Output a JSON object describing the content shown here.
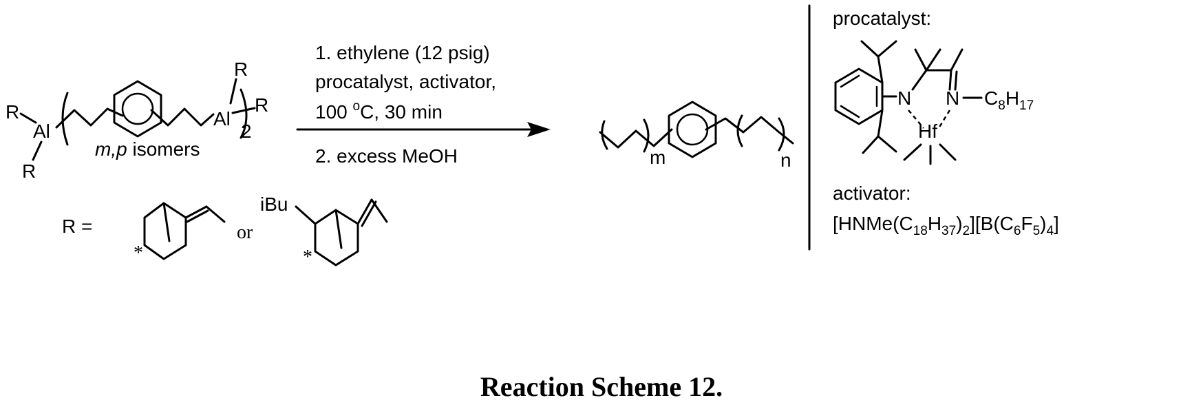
{
  "reactant": {
    "r": "R",
    "al": "Al",
    "subscript_2": "2",
    "isomers_italic": "m,p",
    "isomers_text": " isomers"
  },
  "r_definition": {
    "r_equals": "R =",
    "or": "or",
    "ibu": "iBu",
    "star": "*"
  },
  "conditions": {
    "line1": "1. ethylene (12 psig)",
    "line2": "procatalyst, activator,",
    "line3_a": "100 ",
    "line3_sup": "o",
    "line3_b": "C, 30 min",
    "line4": "2. excess MeOH"
  },
  "product": {
    "m": "m",
    "n": "n"
  },
  "procatalyst": {
    "heading": "procatalyst:",
    "n": "N",
    "hf": "Hf",
    "c": "C",
    "c_sub": "8",
    "h": "H",
    "h_sub": "17"
  },
  "activator": {
    "heading": "activator:",
    "formula": {
      "p1": "[HNMe(C",
      "s1": "18",
      "p2": "H",
      "s2": "37",
      "p3": ")",
      "s3": "2",
      "p4": "][B(C",
      "s4": "6",
      "p5": "F",
      "s5": "5",
      "p6": ")",
      "s6": "4",
      "p7": "]"
    }
  },
  "caption": "Reaction Scheme 12."
}
